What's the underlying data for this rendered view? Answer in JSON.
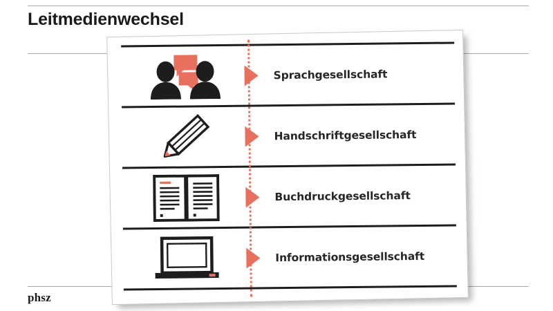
{
  "slide": {
    "title": "Leitmedienwechsel",
    "brand": "phsz"
  },
  "diagram": {
    "accent_color": "#e8705f",
    "line_color": "#1d1d1d",
    "card_background": "#ffffff",
    "spine": "red-dotted-vertical-line",
    "rows": [
      {
        "icon": "two-people-speech-bubbles-icon",
        "arrow": "right-arrow-icon",
        "label": "Sprachgesellschaft"
      },
      {
        "icon": "pencil-icon",
        "arrow": "right-arrow-icon",
        "label": "Handschriftgesellschaft"
      },
      {
        "icon": "open-book-icon",
        "arrow": "right-arrow-icon",
        "label": "Buchdruckgesellschaft"
      },
      {
        "icon": "laptop-computer-icon",
        "arrow": "right-arrow-icon",
        "label": "Informationsgesellschaft"
      }
    ]
  }
}
